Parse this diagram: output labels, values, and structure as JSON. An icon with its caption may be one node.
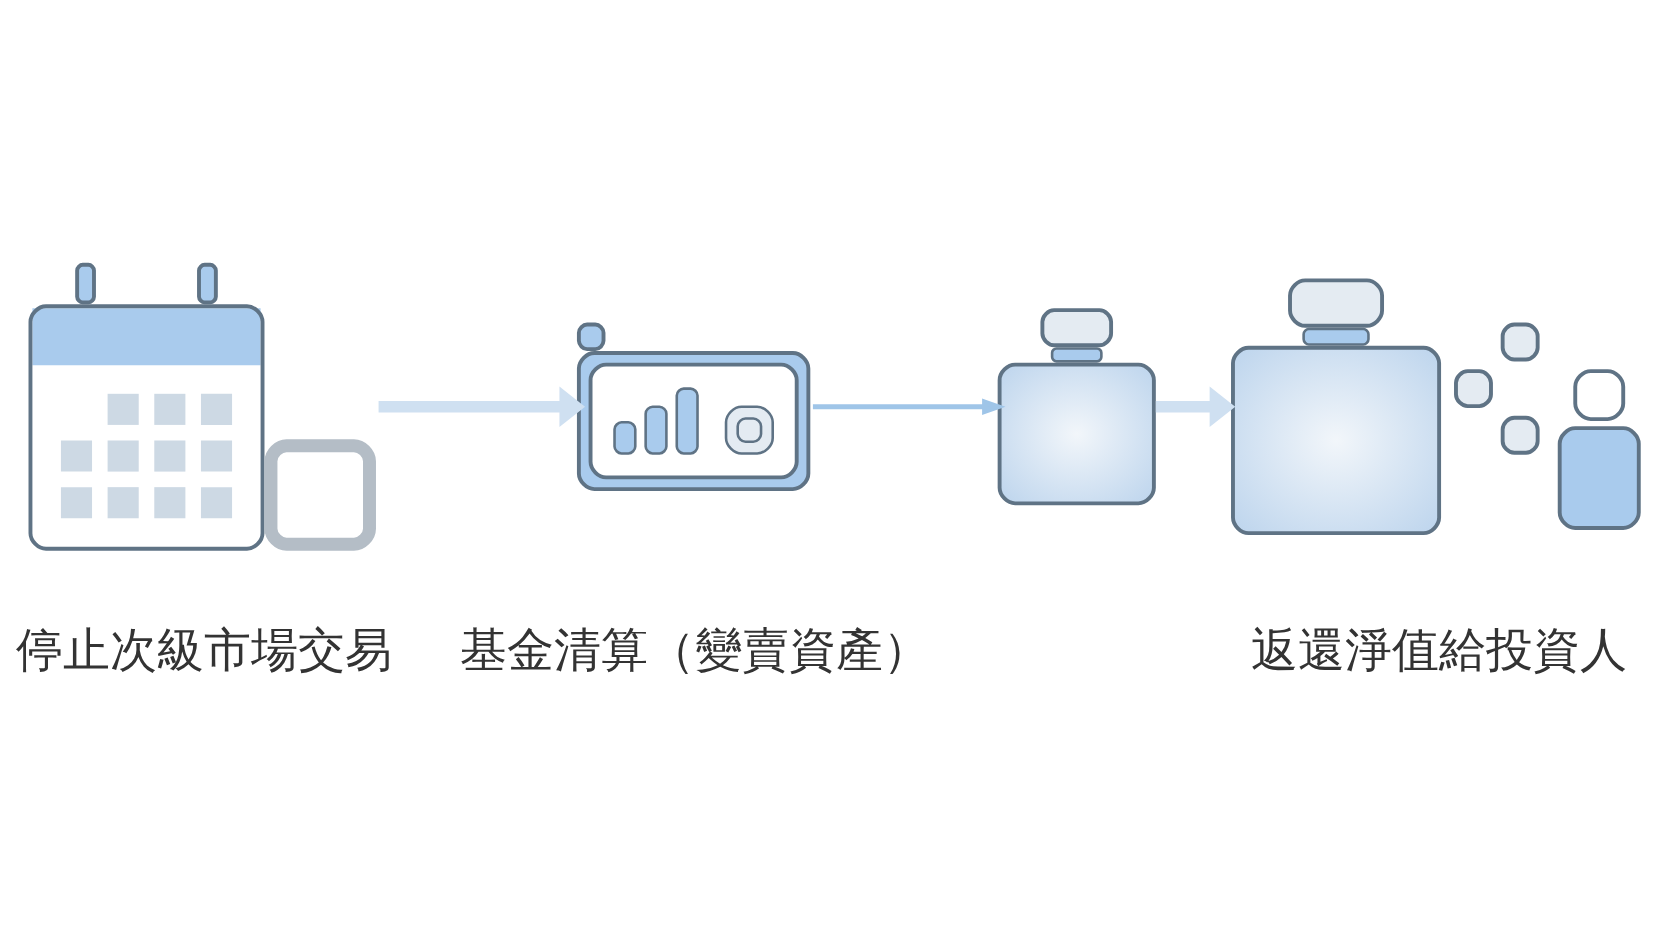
{
  "diagram": {
    "nodes": [
      {
        "text": [],
        "shape": "picture",
        "beside": [
          "停止次級市場交易"
        ]
      },
      {
        "text": [],
        "shape": "picture",
        "beside": [
          "基金清算（變賣資產）"
        ]
      },
      {
        "text": [],
        "shape": "picture"
      },
      {
        "text": [],
        "shape": "picture",
        "beside": [
          "返還淨值給投資人"
        ]
      }
    ],
    "edges": [
      {
        "from": 0,
        "to": 1,
        "arrow": "to"
      },
      {
        "from": 1,
        "to": 2,
        "arrow": "to",
        "color": "#9fc5e8"
      },
      {
        "from": 2,
        "to": 3,
        "arrow": "to"
      }
    ]
  }
}
